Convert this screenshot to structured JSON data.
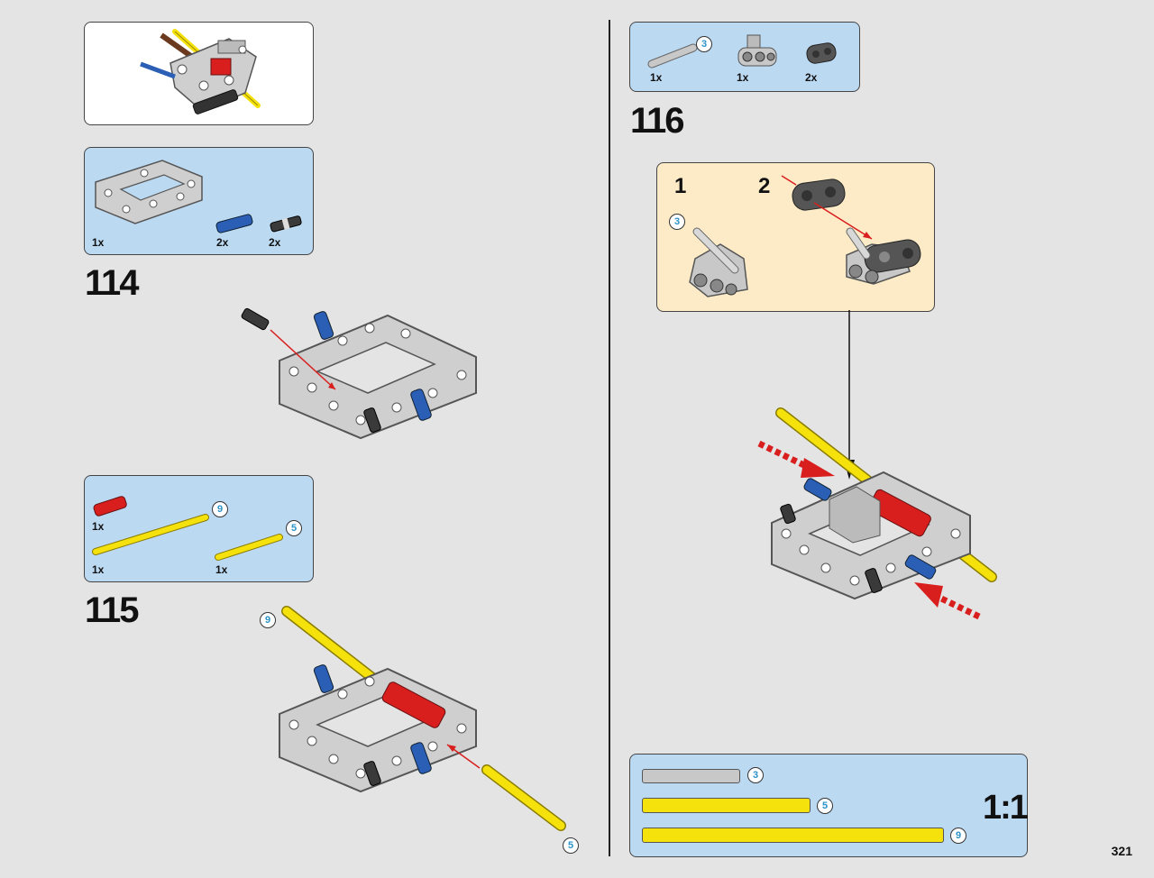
{
  "page": {
    "number": "321"
  },
  "colors": {
    "background": "#e4e4e4",
    "parts_panel": "#bcd9f2",
    "sub_panel": "#fcebc6",
    "frame_grey": "#d4d4d4",
    "axle_yellow": "#f5e20c",
    "pin_blue": "#2a5fb5",
    "connector_red": "#d91e1e",
    "arrow_red": "#d91e1e",
    "callout_text": "#2a93c9"
  },
  "preview": {
    "icon": "assembled-model-preview"
  },
  "step114": {
    "number": "114",
    "parts": [
      {
        "qty": "1x",
        "icon": "rectangular-frame-icon"
      },
      {
        "qty": "2x",
        "icon": "blue-pin-icon"
      },
      {
        "qty": "2x",
        "icon": "black-pin-icon"
      }
    ]
  },
  "step115": {
    "number": "115",
    "parts": [
      {
        "qty": "1x",
        "icon": "red-connector-icon"
      },
      {
        "qty": "1x",
        "icon": "yellow-axle-9-icon",
        "length": "9"
      },
      {
        "qty": "1x",
        "icon": "yellow-axle-5-icon",
        "length": "5"
      }
    ],
    "callouts": {
      "axle_long": "9",
      "axle_short": "5"
    }
  },
  "step116": {
    "number": "116",
    "parts": [
      {
        "qty": "1x",
        "icon": "grey-axle-3-icon",
        "length": "3"
      },
      {
        "qty": "1x",
        "icon": "grey-connector-icon"
      },
      {
        "qty": "2x",
        "icon": "dark-liftarm-icon"
      }
    ],
    "substeps": {
      "first": "1",
      "second": "2",
      "axle_length": "3"
    }
  },
  "scale": {
    "label": "1:1",
    "items": [
      {
        "length": "3",
        "color": "grey"
      },
      {
        "length": "5",
        "color": "yellow"
      },
      {
        "length": "9",
        "color": "yellow"
      }
    ]
  }
}
